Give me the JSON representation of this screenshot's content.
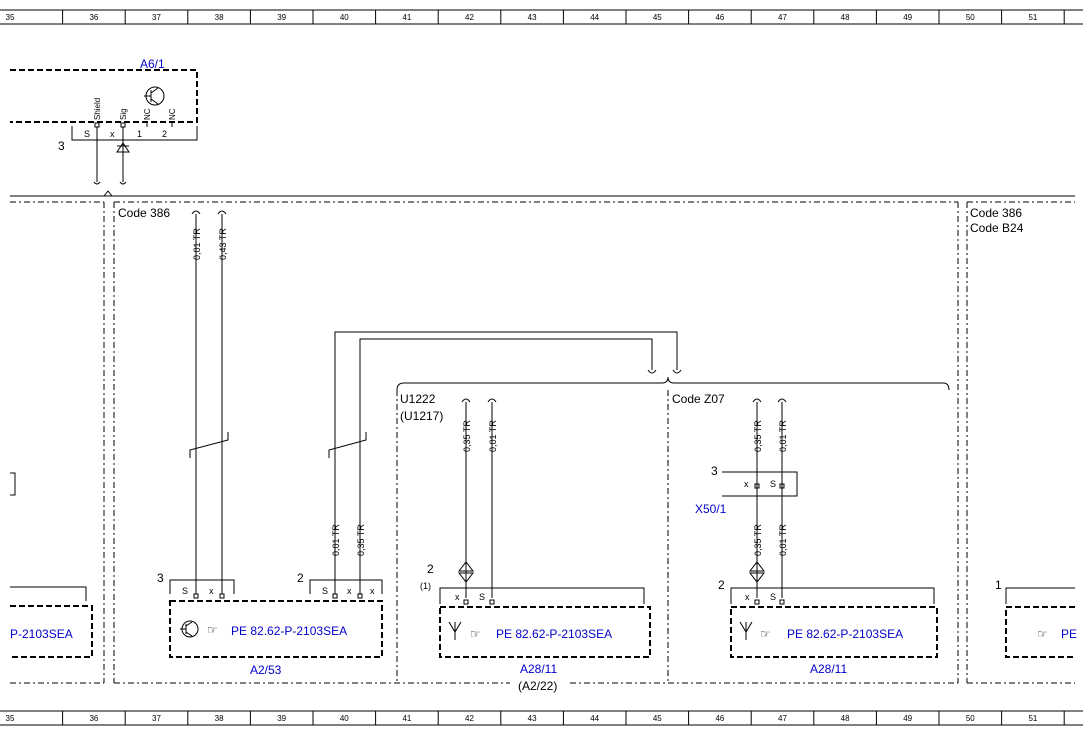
{
  "ruler": [
    "35",
    "36",
    "37",
    "38",
    "39",
    "40",
    "41",
    "42",
    "43",
    "44",
    "45",
    "46",
    "47",
    "48",
    "49",
    "50",
    "51"
  ],
  "components": {
    "a6_1": {
      "label": "A6/1",
      "pins": [
        "Shield",
        "Sig",
        "NC",
        "NC"
      ],
      "pin_letters": [
        "S",
        "x",
        "1",
        "2"
      ],
      "pin_no": "3"
    },
    "a2_53": {
      "label": "A2/53",
      "ref": "PE 82.62-P-2103SEA",
      "pin_letters": [
        "S",
        "x"
      ],
      "pin_no": "3"
    },
    "left_partial": {
      "ref": "P-2103SEA"
    },
    "a28_11_a": {
      "label": "A28/11",
      "sub": "(A2/22)",
      "ref": "PE 82.62-P-2103SEA",
      "pin_letters": [
        "x",
        "S"
      ],
      "pin_no": "2",
      "pin_sub": "(1)"
    },
    "a28_11_b": {
      "label": "A28/11",
      "ref": "PE 82.62-P-2103SEA",
      "pin_letters": [
        "x",
        "S"
      ],
      "pin_no": "2"
    },
    "right_partial": {
      "ref": "PE",
      "pin_no": "1"
    },
    "x50_1": {
      "label": "X50/1",
      "pin_letters": [
        "x",
        "S"
      ],
      "pin_no": "3"
    },
    "conn_mid": {
      "pin_letters": [
        "S",
        "x",
        "x"
      ],
      "pin_no": "2"
    }
  },
  "codes": {
    "c386": "Code 386",
    "c386b": "Code 386",
    "cb24": "Code B24",
    "cz07": "Code Z07",
    "u1222": "U1222",
    "u1217": "(U1217)"
  },
  "wires": {
    "w1": "0,01 TR",
    "w2": "0,43 TR",
    "w3": "0,01 TR",
    "w4": "0,35 TR",
    "w5": "0,35 TR",
    "w6": "0,01 TR",
    "w7": "0,35 TR",
    "w8": "0,01 TR",
    "w9": "0,35 TR",
    "w10": "0,01 TR"
  }
}
